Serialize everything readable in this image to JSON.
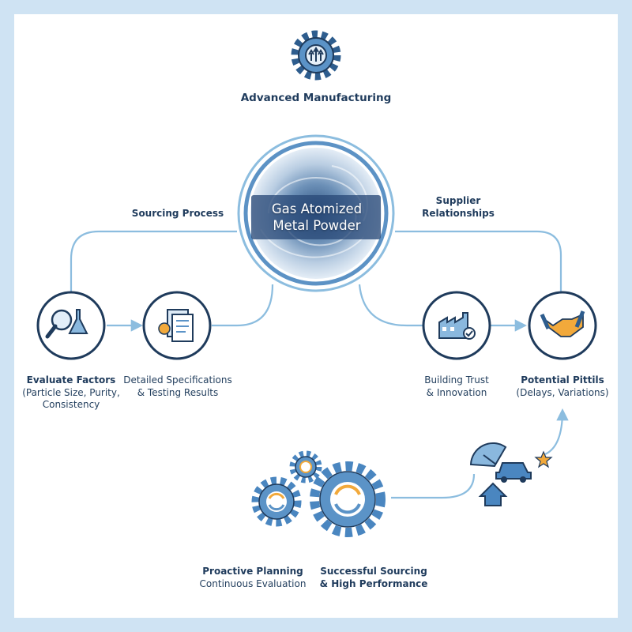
{
  "top": {
    "title": "Advanced Manufacturing"
  },
  "center": {
    "line1": "Gas Atomized",
    "line2": "Metal Powder"
  },
  "branches": {
    "left": "Sourcing Process",
    "right_line1": "Supplier",
    "right_line2": "Relationships"
  },
  "nodes": {
    "evaluate": {
      "title": "Evaluate Factors",
      "line1": "(Particle Size, Purity,",
      "line2": "Consistency"
    },
    "specs": {
      "line1": "Detailed Specifications",
      "line2": "& Testing Results"
    },
    "trust": {
      "line1": "Building Trust",
      "line2": "& Innovation"
    },
    "pitfalls": {
      "title": "Potential Pittils",
      "line1": "(Delays, Variations)"
    }
  },
  "bottom": {
    "planning": {
      "title": "Proactive Planning",
      "line1": "Continuous Evaluation"
    },
    "success": {
      "line1": "Successful Sourcing",
      "line2": "& High Performance"
    }
  },
  "icons": {
    "top": "gear-arrows-up-icon",
    "evaluate": "magnifier-flask-icon",
    "specs": "documents-checklist-icon",
    "trust": "factory-check-icon",
    "pitfalls": "handshake-icon",
    "gears": "gears-cycle-icon",
    "performance": "gauge-car-star-icon"
  },
  "colors": {
    "line": "#8cbddf",
    "ring": "#5c92c5",
    "dark": "#1f3b5c",
    "gear": "#4a86c0",
    "accent": "#f2a93b"
  }
}
